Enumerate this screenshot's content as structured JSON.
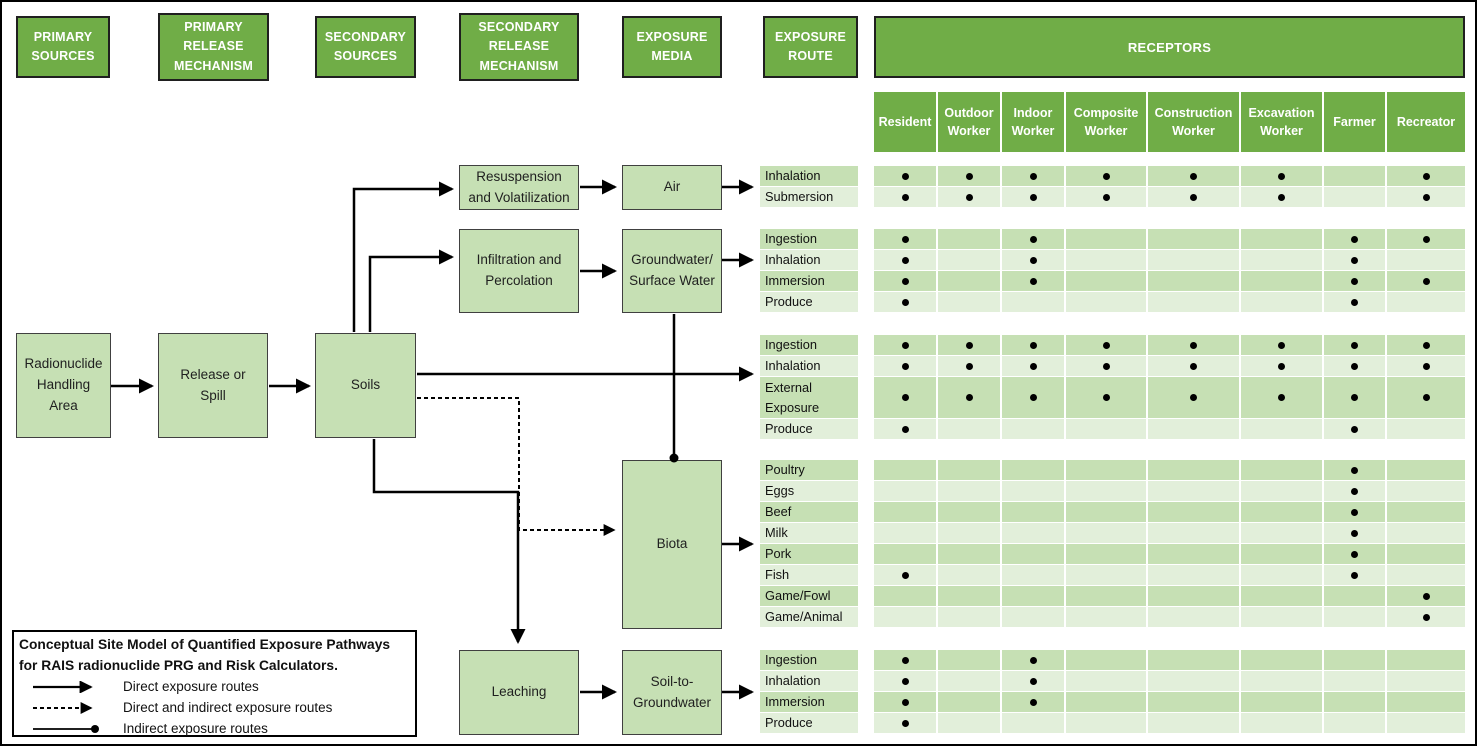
{
  "colors": {
    "header_green": "#70ad47",
    "box_fill": "#c6e0b4",
    "row_dark": "#c6e0b4",
    "row_light": "#e2efda",
    "line": "#000000"
  },
  "stage_headers": [
    "PRIMARY\nSOURCES",
    "PRIMARY\nRELEASE\nMECHANISM",
    "SECONDARY\nSOURCES",
    "SECONDARY\nRELEASE\nMECHANISM",
    "EXPOSURE\nMEDIA",
    "EXPOSURE\nROUTE"
  ],
  "receptors_title": "RECEPTORS",
  "receptors": [
    "Resident",
    "Outdoor Worker",
    "Indoor Worker",
    "Composite Worker",
    "Construction Worker",
    "Excavation Worker",
    "Farmer",
    "Recreator"
  ],
  "boxes": {
    "primary_source": "Radionuclide\nHandling\nArea",
    "release": "Release or\nSpill",
    "soils": "Soils",
    "resuspension": "Resuspension\nand Volatilization",
    "air": "Air",
    "infiltration": "Infiltration and\nPercolation",
    "groundwater": "Groundwater/\nSurface Water",
    "biota": "Biota",
    "leaching": "Leaching",
    "soil_to_gw": "Soil-to-\nGroundwater"
  },
  "matrix_groups": [
    {
      "media": "Air",
      "rows": [
        {
          "label": "Inhalation",
          "dots": [
            1,
            1,
            1,
            1,
            1,
            1,
            0,
            1
          ]
        },
        {
          "label": "Submersion",
          "dots": [
            1,
            1,
            1,
            1,
            1,
            1,
            0,
            1
          ]
        }
      ]
    },
    {
      "media": "Groundwater/Surface Water",
      "rows": [
        {
          "label": "Ingestion",
          "dots": [
            1,
            0,
            1,
            0,
            0,
            0,
            1,
            1
          ]
        },
        {
          "label": "Inhalation",
          "dots": [
            1,
            0,
            1,
            0,
            0,
            0,
            1,
            0
          ]
        },
        {
          "label": "Immersion",
          "dots": [
            1,
            0,
            1,
            0,
            0,
            0,
            1,
            1
          ]
        },
        {
          "label": "Produce",
          "dots": [
            1,
            0,
            0,
            0,
            0,
            0,
            1,
            0
          ]
        }
      ]
    },
    {
      "media": "Soils",
      "rows": [
        {
          "label": "Ingestion",
          "dots": [
            1,
            1,
            1,
            1,
            1,
            1,
            1,
            1
          ]
        },
        {
          "label": "Inhalation",
          "dots": [
            1,
            1,
            1,
            1,
            1,
            1,
            1,
            1
          ]
        },
        {
          "label": "External Exposure",
          "tall": true,
          "dots": [
            1,
            1,
            1,
            1,
            1,
            1,
            1,
            1
          ]
        },
        {
          "label": "Produce",
          "dots": [
            1,
            0,
            0,
            0,
            0,
            0,
            1,
            0
          ]
        }
      ]
    },
    {
      "media": "Biota",
      "rows": [
        {
          "label": "Poultry",
          "dots": [
            0,
            0,
            0,
            0,
            0,
            0,
            1,
            0
          ]
        },
        {
          "label": "Eggs",
          "dots": [
            0,
            0,
            0,
            0,
            0,
            0,
            1,
            0
          ]
        },
        {
          "label": "Beef",
          "dots": [
            0,
            0,
            0,
            0,
            0,
            0,
            1,
            0
          ]
        },
        {
          "label": "Milk",
          "dots": [
            0,
            0,
            0,
            0,
            0,
            0,
            1,
            0
          ]
        },
        {
          "label": "Pork",
          "dots": [
            0,
            0,
            0,
            0,
            0,
            0,
            1,
            0
          ]
        },
        {
          "label": "Fish",
          "dots": [
            1,
            0,
            0,
            0,
            0,
            0,
            1,
            0
          ]
        },
        {
          "label": "Game/Fowl",
          "dots": [
            0,
            0,
            0,
            0,
            0,
            0,
            0,
            1
          ]
        },
        {
          "label": "Game/Animal",
          "dots": [
            0,
            0,
            0,
            0,
            0,
            0,
            0,
            1
          ]
        }
      ]
    },
    {
      "media": "Soil-to-Groundwater",
      "rows": [
        {
          "label": "Ingestion",
          "dots": [
            1,
            0,
            1,
            0,
            0,
            0,
            0,
            0
          ]
        },
        {
          "label": "Inhalation",
          "dots": [
            1,
            0,
            1,
            0,
            0,
            0,
            0,
            0
          ]
        },
        {
          "label": "Immersion",
          "dots": [
            1,
            0,
            1,
            0,
            0,
            0,
            0,
            0
          ]
        },
        {
          "label": "Produce",
          "dots": [
            1,
            0,
            0,
            0,
            0,
            0,
            0,
            0
          ]
        }
      ]
    }
  ],
  "legend": {
    "title_line1": "Conceptual Site Model of Quantified Exposure Pathways",
    "title_line2": "for RAIS radionuclide PRG and Risk Calculators.",
    "items": [
      {
        "style": "solid",
        "label": "Direct exposure routes"
      },
      {
        "style": "dashed",
        "label": "Direct and indirect exposure routes"
      },
      {
        "style": "indirect",
        "label": "Indirect exposure routes"
      }
    ]
  }
}
